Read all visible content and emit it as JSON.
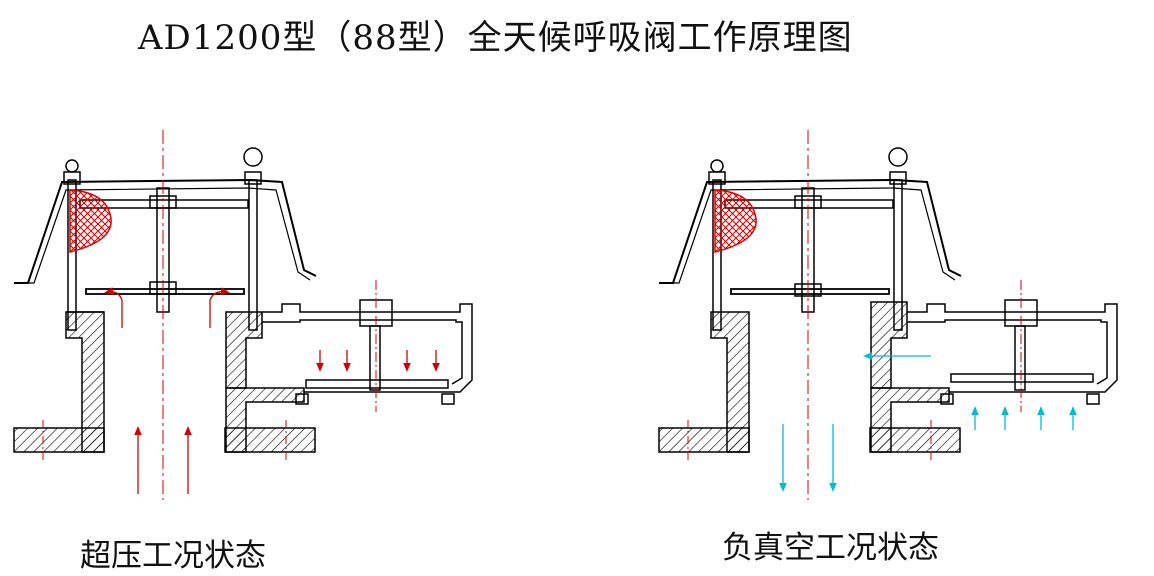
{
  "title": "AD1200型（88型）全天候呼吸阀工作原理图",
  "panels": [
    {
      "caption": "超压工况状态"
    },
    {
      "caption": "负真空工况状态"
    }
  ],
  "colors": {
    "line": "#000000",
    "hatch": "#000000",
    "centerline": "#d40000",
    "flame_arrester": "#e00000",
    "pressure_flow": "#d40000",
    "vacuum_flow": "#00bcd4"
  }
}
